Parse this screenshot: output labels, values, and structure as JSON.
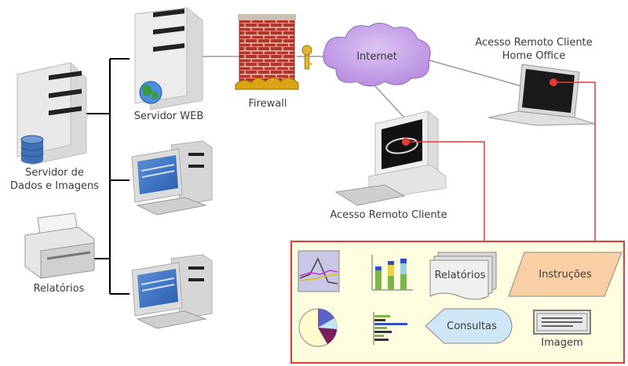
{
  "labels": {
    "servidor_dados": "Servidor de\nDados e Imagens",
    "servidor_web": "Servidor WEB",
    "firewall": "Firewall",
    "internet": "Internet",
    "acesso_remoto_home": "Acesso Remoto Cliente\nHome Office",
    "acesso_remoto_cliente": "Acesso Remoto Cliente",
    "relatorios_printer": "Relatórios"
  },
  "panel": {
    "relatorios": "Relatórios",
    "instrucoes": "Instruções",
    "consultas": "Consultas",
    "imagem": "Imagem"
  },
  "colors": {
    "server": "#e6e6e6",
    "server_dark": "#222222",
    "db": "#3f6fb5",
    "cloud": "#c9a8e8",
    "firewall_brick": "#b3342a",
    "firewall_base": "#d9a514",
    "panel_border": "#e53935",
    "panel_fill": "#fffde0",
    "instrucoes_fill": "#f9cfa6",
    "consultas_fill": "#cfe6f7",
    "link_red": "#e53935"
  }
}
